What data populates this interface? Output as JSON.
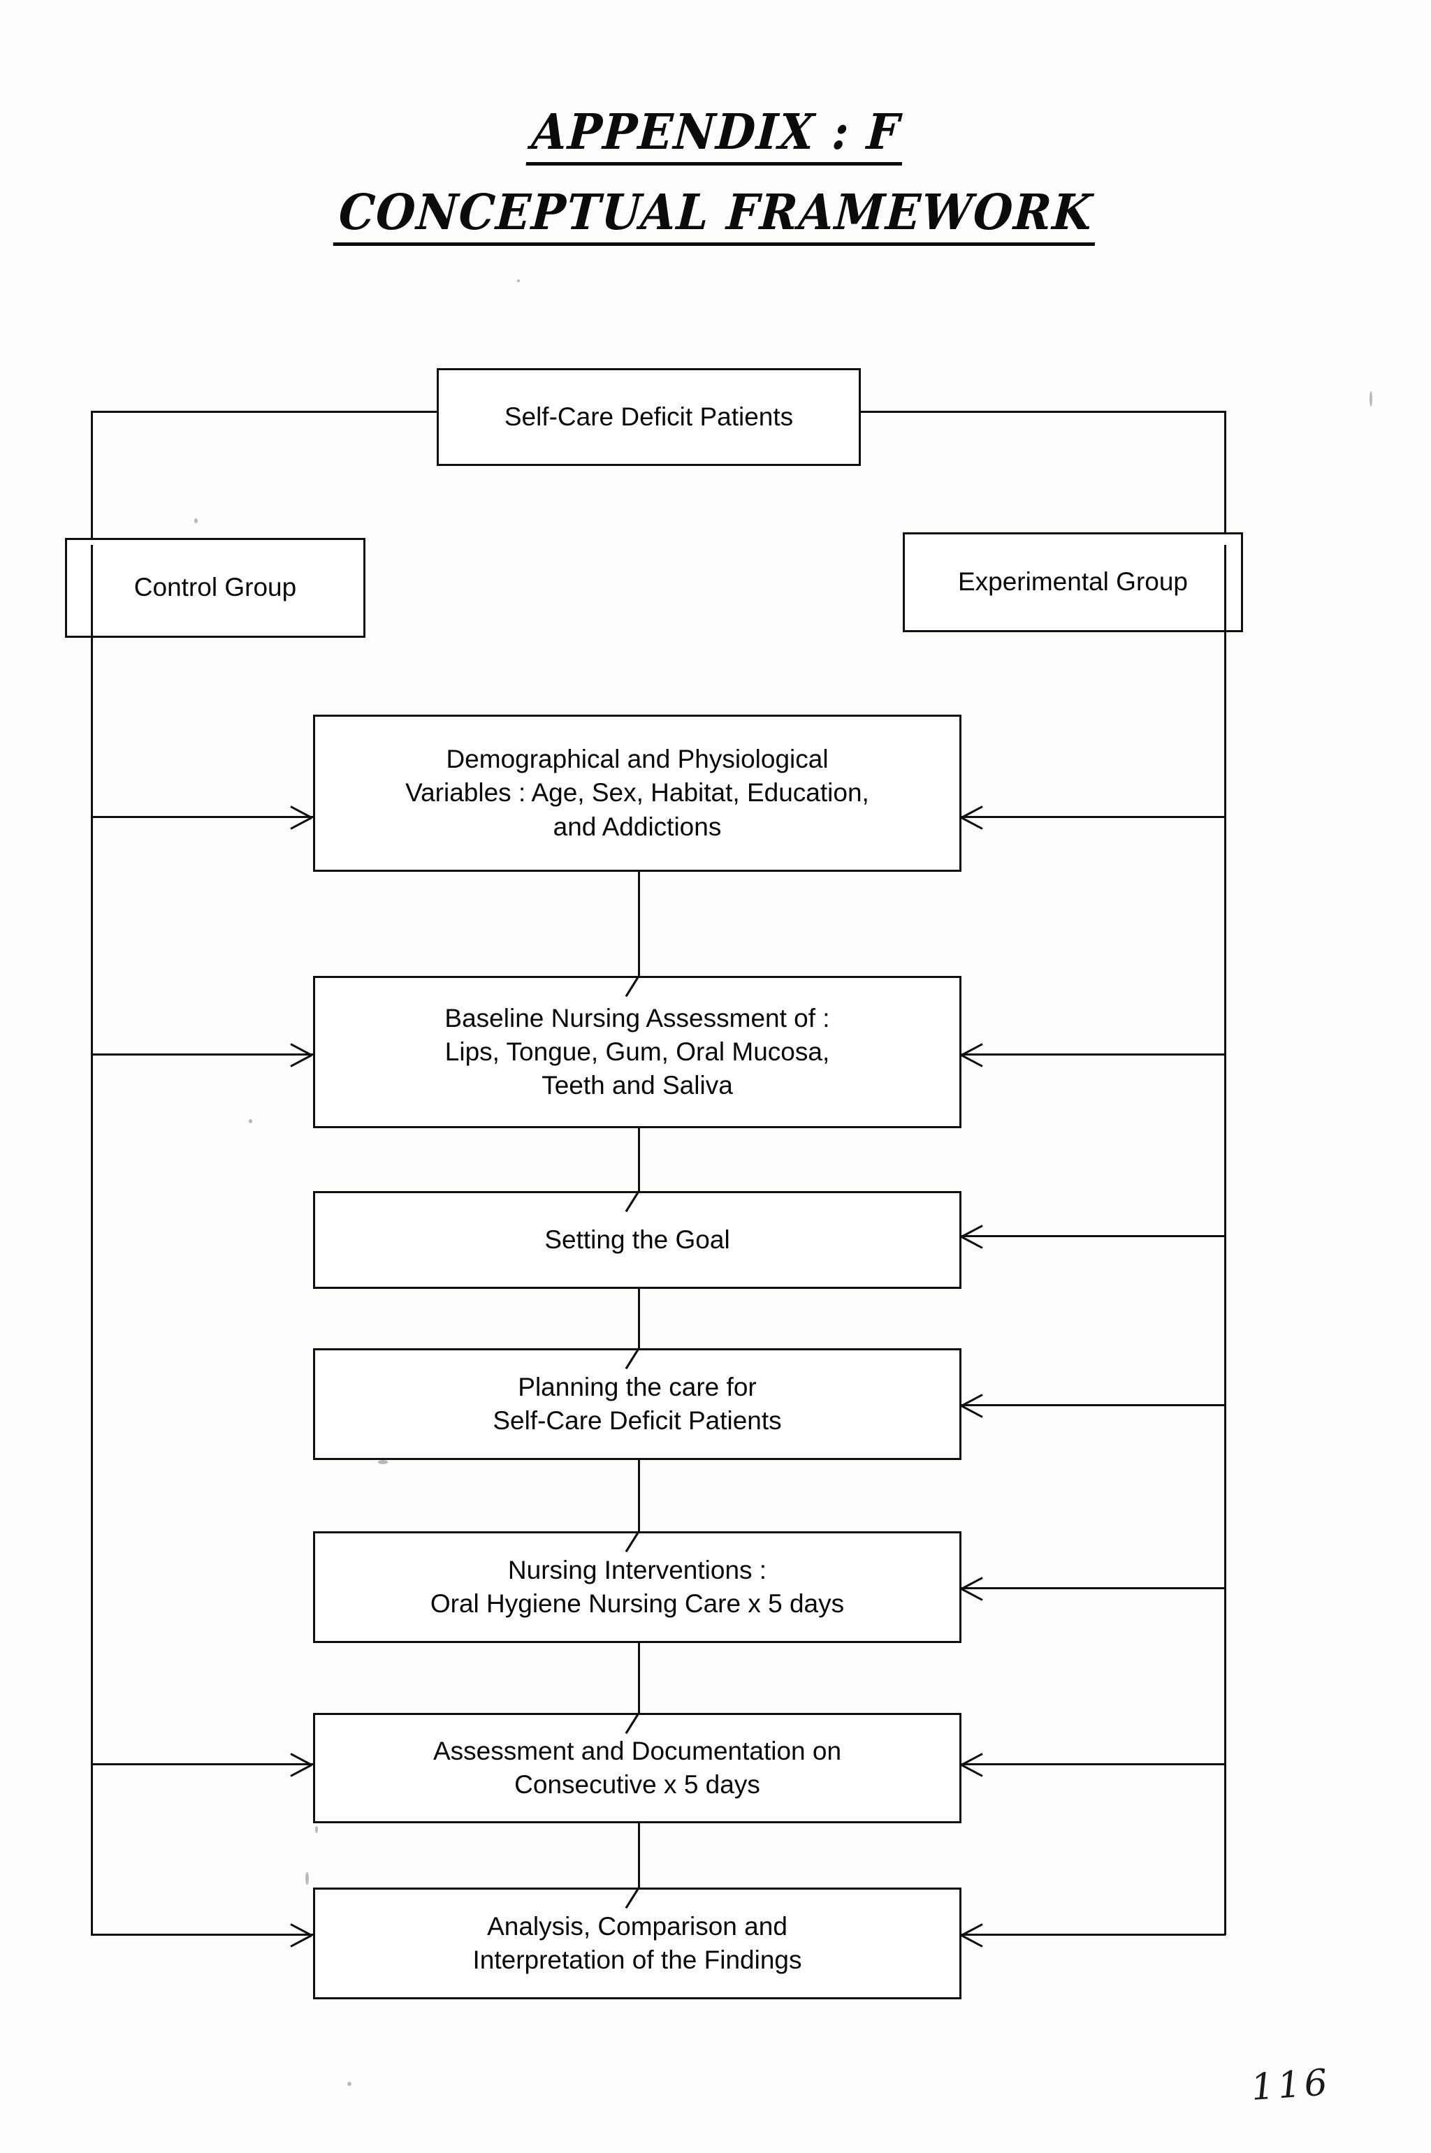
{
  "document": {
    "title_line1": "APPENDIX : F",
    "title_line2": "CONCEPTUAL FRAMEWORK",
    "page_number": "116"
  },
  "diagram": {
    "type": "flowchart",
    "source_node": {
      "id": "source",
      "label": "Self-Care Deficit Patients"
    },
    "groups": [
      {
        "id": "control",
        "label": "Control Group"
      },
      {
        "id": "experimental",
        "label": "Experimental Group"
      }
    ],
    "steps": [
      {
        "id": "step1",
        "lines": [
          "Demographical and Physiological",
          "Variables : Age, Sex, Habitat, Education,",
          "and Addictions"
        ],
        "inbound_from": [
          "control",
          "experimental"
        ]
      },
      {
        "id": "step2",
        "lines": [
          "Baseline Nursing Assessment of :",
          "Lips, Tongue, Gum, Oral Mucosa,",
          "Teeth and Saliva"
        ],
        "inbound_from": [
          "control",
          "experimental",
          "step1"
        ]
      },
      {
        "id": "step3",
        "lines": [
          "Setting the Goal"
        ],
        "inbound_from": [
          "experimental",
          "step2"
        ]
      },
      {
        "id": "step4",
        "lines": [
          "Planning the care for",
          "Self-Care Deficit Patients"
        ],
        "inbound_from": [
          "experimental",
          "step3"
        ]
      },
      {
        "id": "step5",
        "lines": [
          "Nursing Interventions :",
          "Oral Hygiene Nursing Care x 5 days"
        ],
        "inbound_from": [
          "experimental",
          "step4"
        ]
      },
      {
        "id": "step6",
        "lines": [
          "Assessment and Documentation on",
          "Consecutive x 5 days"
        ],
        "inbound_from": [
          "control",
          "experimental",
          "step5"
        ]
      },
      {
        "id": "step7",
        "lines": [
          "Analysis, Comparison and",
          "Interpretation of the Findings"
        ],
        "inbound_from": [
          "control",
          "experimental",
          "step6"
        ]
      }
    ],
    "colors": {
      "ink": "#101010",
      "paper": "#fdfdfc"
    }
  }
}
